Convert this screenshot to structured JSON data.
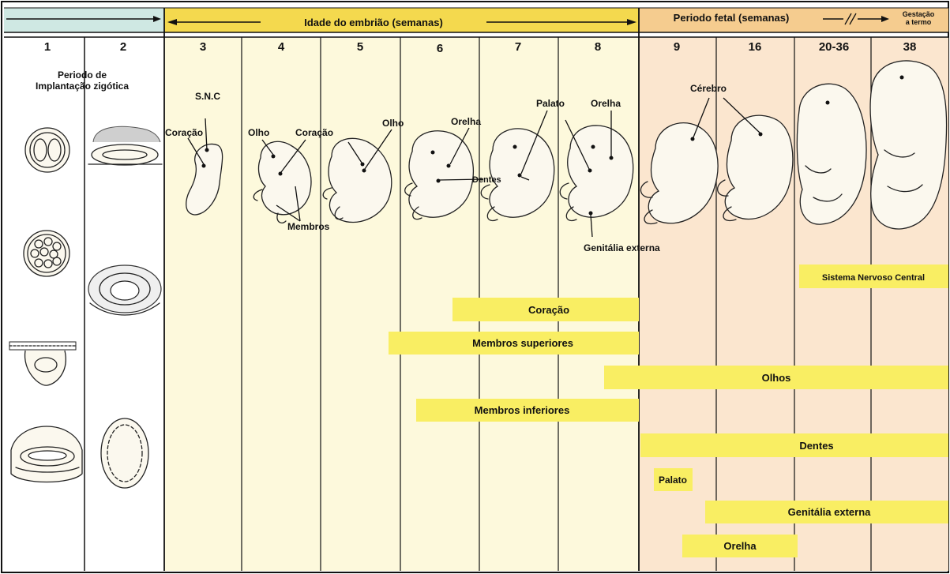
{
  "header": {
    "embryo_age": "Idade do embrião (semanas)",
    "fetal_period": "Periodo fetal (semanas)",
    "term_line1": "Gestação",
    "term_line2": "a termo"
  },
  "weeks": [
    "1",
    "2",
    "3",
    "4",
    "5",
    "6",
    "7",
    "8",
    "9",
    "16",
    "20-36",
    "38"
  ],
  "stage_labels": {
    "implantation_line1": "Periodo de",
    "implantation_line2": "Implantação zigótica"
  },
  "annotations": {
    "snc": "S.N.C",
    "coracao_3": "Coração",
    "olho_4": "Olho",
    "coracao_4": "Coração",
    "membros": "Membros",
    "olho_5": "Olho",
    "orelha_6": "Orelha",
    "dentes": "Dentes",
    "palato": "Palato",
    "orelha_8": "Orelha",
    "genitalia": "Genitália externa",
    "cerebro": "Cérebro"
  },
  "bars": [
    {
      "label": "Sistema Nervoso Central",
      "from_week": "20-36",
      "to_week": "38"
    },
    {
      "label": "Coração",
      "from_week": "6",
      "to_week": "8"
    },
    {
      "label": "Membros superiores",
      "from_week": "5",
      "to_week": "8"
    },
    {
      "label": "Olhos",
      "from_week": "8",
      "to_week": "38"
    },
    {
      "label": "Membros inferiores",
      "from_week": "6",
      "to_week": "8"
    },
    {
      "label": "Dentes",
      "from_week": "9",
      "to_week": "38"
    },
    {
      "label": "Palato",
      "from_week": "9",
      "to_week": "9"
    },
    {
      "label": "Genitália externa",
      "from_week": "9",
      "to_week": "38"
    },
    {
      "label": "Orelha",
      "from_week": "9",
      "to_week": "20-36"
    }
  ],
  "colors": {
    "embryo_bg": "#fdf9dc",
    "fetal_bg": "#fbe6cf",
    "header_yellow": "#f4d94e",
    "header_fetal": "#f5cc8f",
    "bar_yellow": "#f9ee63",
    "left_header": "#cfe8e3"
  }
}
